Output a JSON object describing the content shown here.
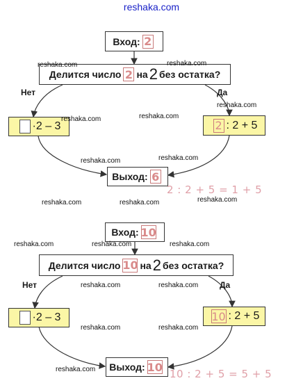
{
  "site": "reshaka.com",
  "watermark": "reshaka.com",
  "scheme1": {
    "input_label": "Вход:",
    "input_value": "2",
    "question_prefix": "Делится число",
    "question_number": "2",
    "question_mid": "на",
    "divisor": "2",
    "question_suffix": "без остатка?",
    "no_label": "Нет",
    "yes_label": "Да",
    "left_expr": "·2 – 3",
    "right_value": "2",
    "right_expr": ": 2 + 5",
    "output_label": "Выход:",
    "output_value": "6",
    "result": "2 : 2 + 5 = 1 + 5"
  },
  "scheme2": {
    "input_label": "Вход:",
    "input_value": "10",
    "question_prefix": "Делится число",
    "question_number": "10",
    "question_mid": "на",
    "divisor": "2",
    "question_suffix": "без остатка?",
    "no_label": "Нет",
    "yes_label": "Да",
    "left_expr": "·2 – 3",
    "right_value": "10",
    "right_expr": ": 2 + 5",
    "output_label": "Выход:",
    "output_value": "10",
    "result": "10 : 2 + 5 = 5 + 5"
  }
}
